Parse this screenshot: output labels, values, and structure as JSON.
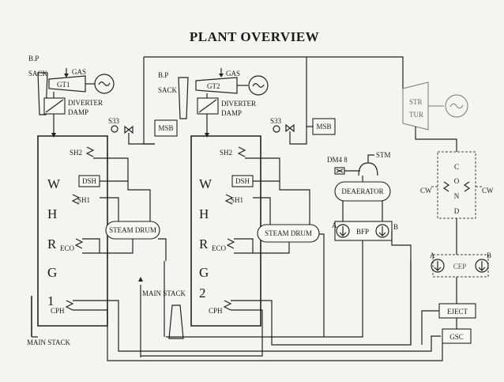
{
  "title": "PLANT OVERVIEW",
  "labels": {
    "bp_left": "B.P",
    "sack_left": "SACK",
    "gas1": "GAS",
    "gt1": "GT1",
    "diverter1": "DIVERTER",
    "damp1": "DAMP",
    "s33_1": "S33",
    "msb1": "MSB",
    "bp_mid": "B.P",
    "sack_mid": "SACK",
    "gas2": "GAS",
    "gt2": "GT2",
    "diverter2": "DIVERTER",
    "damp2": "DAMP",
    "s33_2": "S33",
    "msb2": "MSB",
    "str": "STR",
    "tur": "TUR",
    "sh2_1": "SH2",
    "dsh_1": "DSH",
    "sh1_1": "SH1",
    "steam_drum_1": "STEAM DRUM",
    "eco_1": "ECO",
    "cph_1": "CPH",
    "whrg1_letters": [
      "W",
      "H",
      "R",
      "G",
      "1"
    ],
    "main_stack_left": "MAIN STACK",
    "main_stack_mid": "MAIN STACK",
    "sh2_2": "SH2",
    "dsh_2": "DSH",
    "sh1_2": "SH1",
    "steam_drum_2": "STEAM DRUM",
    "eco_2": "ECO",
    "cph_2": "CPH",
    "whrg2_letters": [
      "W",
      "H",
      "R",
      "G",
      "2"
    ],
    "dm48": "DM4 8",
    "stm": "STM",
    "deaerator": "DEAERATOR",
    "bfp": "BFP",
    "bfp_a": "A",
    "bfp_b": "B",
    "cond_letters": [
      "C",
      "O",
      "N",
      "D"
    ],
    "cw_left": "CW",
    "cw_right": "CW",
    "cep": "CEP",
    "cep_a": "A",
    "cep_b": "B",
    "eject": "EJECT",
    "gsc": "GSC"
  }
}
